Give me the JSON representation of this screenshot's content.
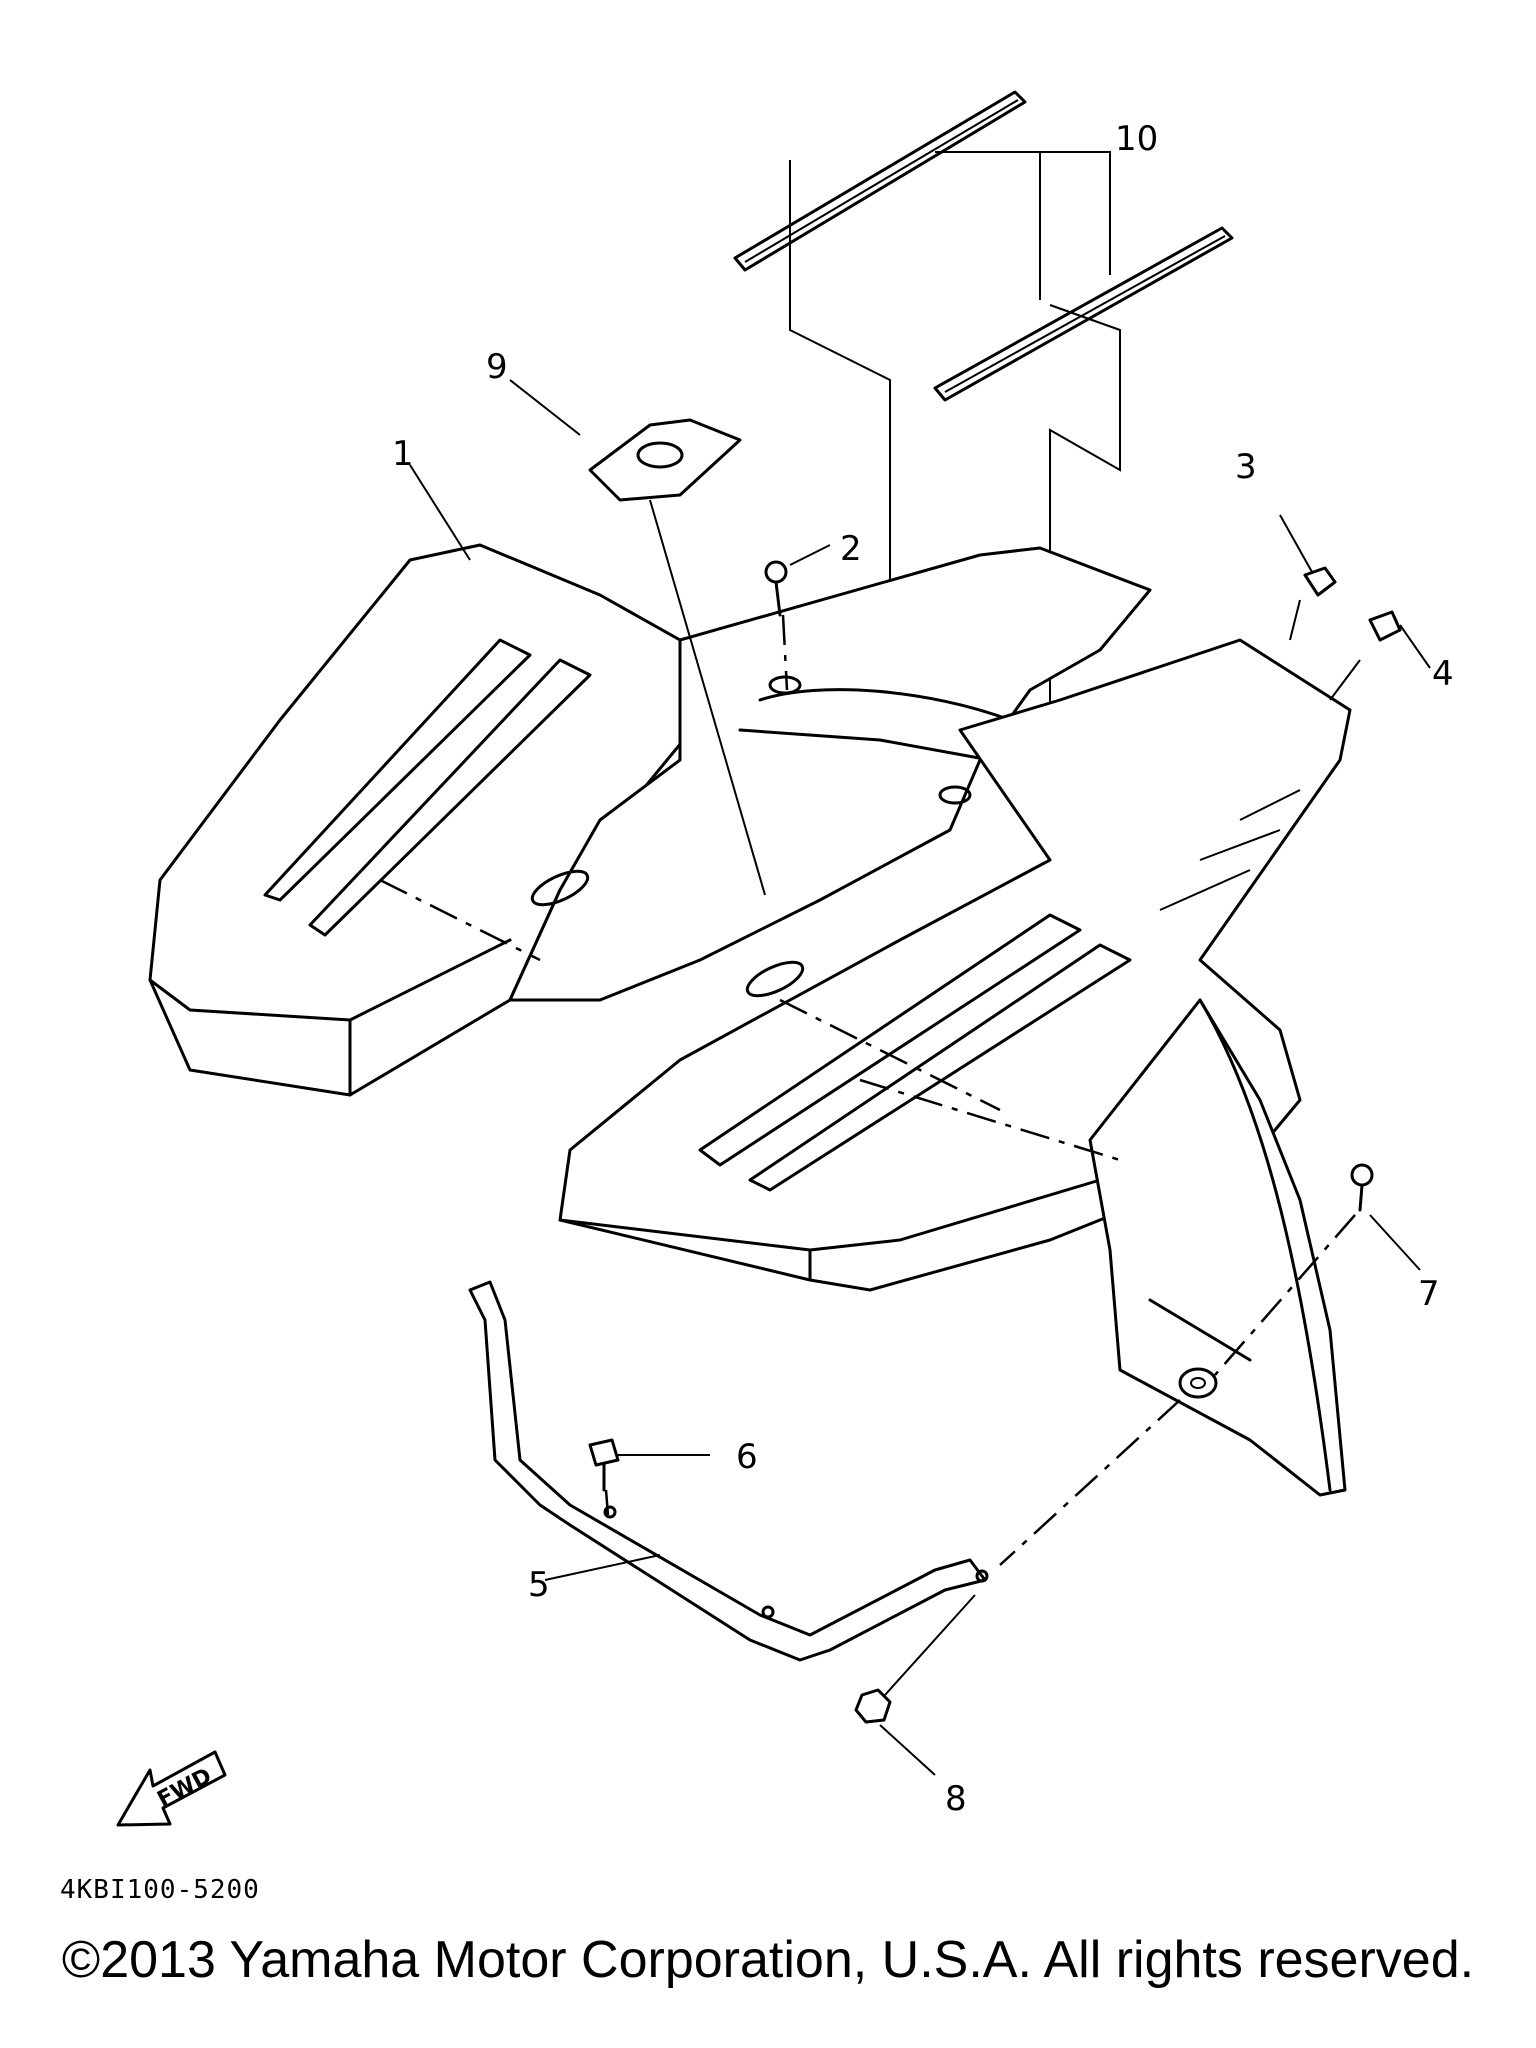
{
  "diagram": {
    "callouts": [
      "1",
      "2",
      "3",
      "4",
      "5",
      "6",
      "7",
      "8",
      "9",
      "10"
    ],
    "part_code": "4KBI100-5200",
    "fwd_arrow_label": "FWD"
  },
  "footer": {
    "copyright": "©2013 Yamaha Motor Corporation, U.S.A. All rights reserved."
  }
}
